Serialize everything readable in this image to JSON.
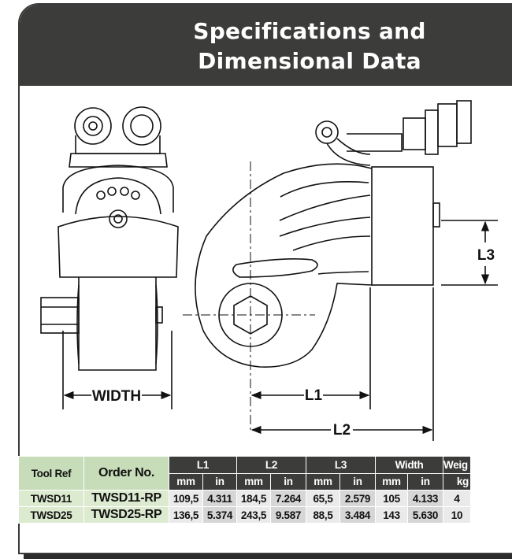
{
  "header": {
    "title_line1": "Specifications and",
    "title_line2": "Dimensional Data"
  },
  "dimensions": {
    "width_label": "WIDTH",
    "l1_label": "L1",
    "l2_label": "L2",
    "l3_label": "L3"
  },
  "table": {
    "headers": {
      "tool_ref": "Tool Ref",
      "order_no": "Order No.",
      "l1": "L1",
      "l2": "L2",
      "l3": "L3",
      "width": "Width",
      "weight": "Weig"
    },
    "units": {
      "mm": "mm",
      "in": "in",
      "kg": "kg"
    },
    "rows": [
      {
        "tool_ref": "TWSD11",
        "order_no": "TWSD11-RP",
        "l1_mm": "109,5",
        "l1_in": "4.311",
        "l2_mm": "184,5",
        "l2_in": "7.264",
        "l3_mm": "65,5",
        "l3_in": "2.579",
        "w_mm": "105",
        "w_in": "4.133",
        "kg": "4"
      },
      {
        "tool_ref": "TWSD25",
        "order_no": "TWSD25-RP",
        "l1_mm": "136,5",
        "l1_in": "5.374",
        "l2_mm": "243,5",
        "l2_in": "9.587",
        "l3_mm": "88,5",
        "l3_in": "3.484",
        "w_mm": "143",
        "w_in": "5.630",
        "kg": "10"
      }
    ]
  },
  "colors": {
    "header_bg": "#3c3c3b",
    "table_green": "#c7dcb8",
    "table_dark": "#3c3c3b"
  }
}
